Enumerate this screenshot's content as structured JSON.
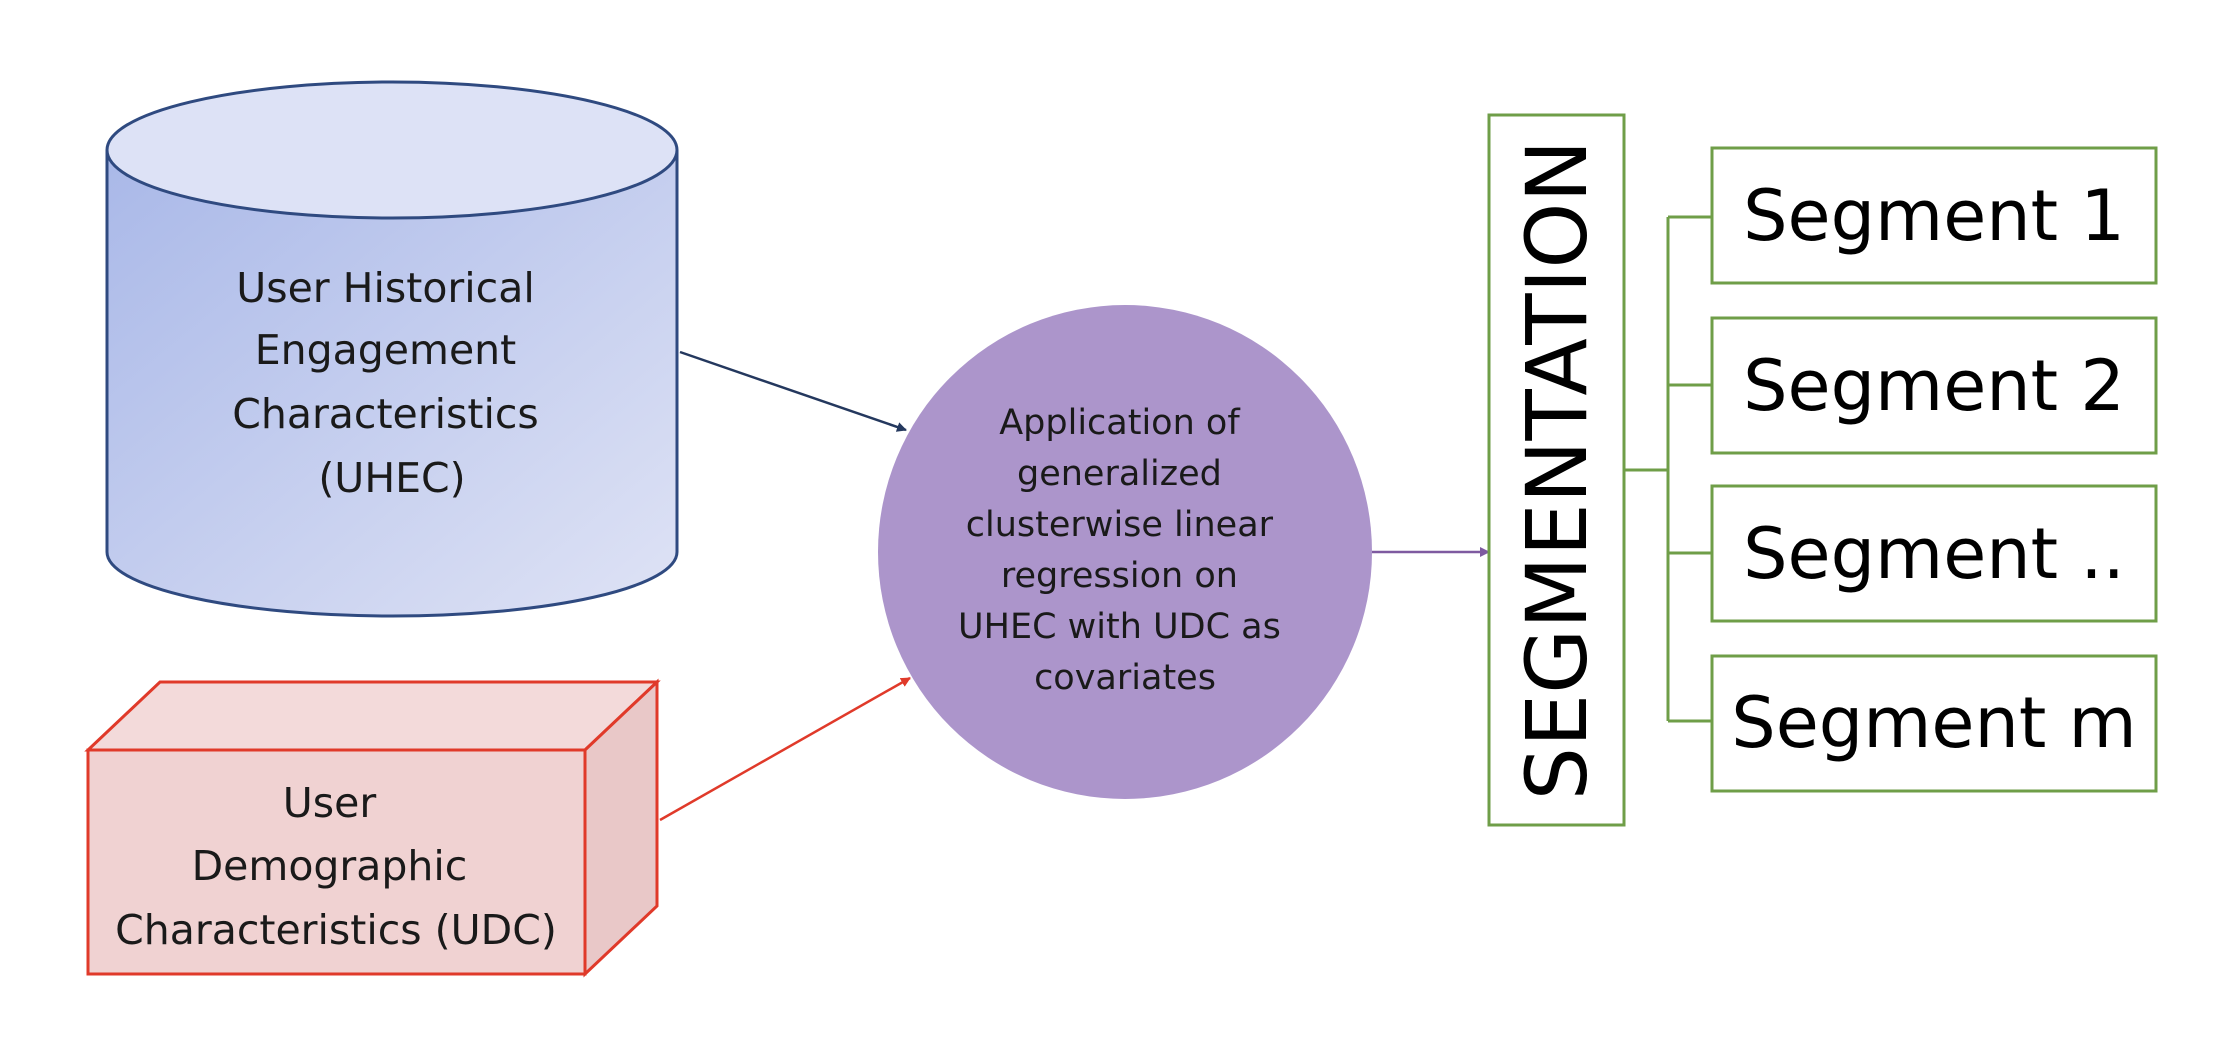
{
  "colors": {
    "cylinder_fill_dark": "#a9b8e8",
    "cylinder_fill_light": "#dfe3f5",
    "cylinder_stroke": "#2f4a80",
    "box_fill": "#f0d2d2",
    "box_fill_top": "#f3dada",
    "box_fill_side": "#e9c8c8",
    "box_stroke": "#e03a2a",
    "circle_fill": "#ac95cb",
    "seg_stroke": "#6f9e48",
    "arrow_navy": "#24385e",
    "arrow_red": "#e03a2a",
    "arrow_purple": "#7e5aa0"
  },
  "uhec": {
    "lines": [
      "User Historical",
      "Engagement",
      "Characteristics",
      "(UHEC)"
    ]
  },
  "udc": {
    "lines": [
      "User",
      "Demographic",
      "Characteristics (UDC)"
    ]
  },
  "method": {
    "lines": [
      "Application of",
      "generalized",
      "clusterwise linear",
      "regression on",
      "UHEC with UDC as",
      "covariates"
    ]
  },
  "segmentation": {
    "label": "SEGMENTATION"
  },
  "segments": [
    {
      "label": "Segment 1"
    },
    {
      "label": "Segment 2"
    },
    {
      "label": "Segment .."
    },
    {
      "label": "Segment m"
    }
  ]
}
